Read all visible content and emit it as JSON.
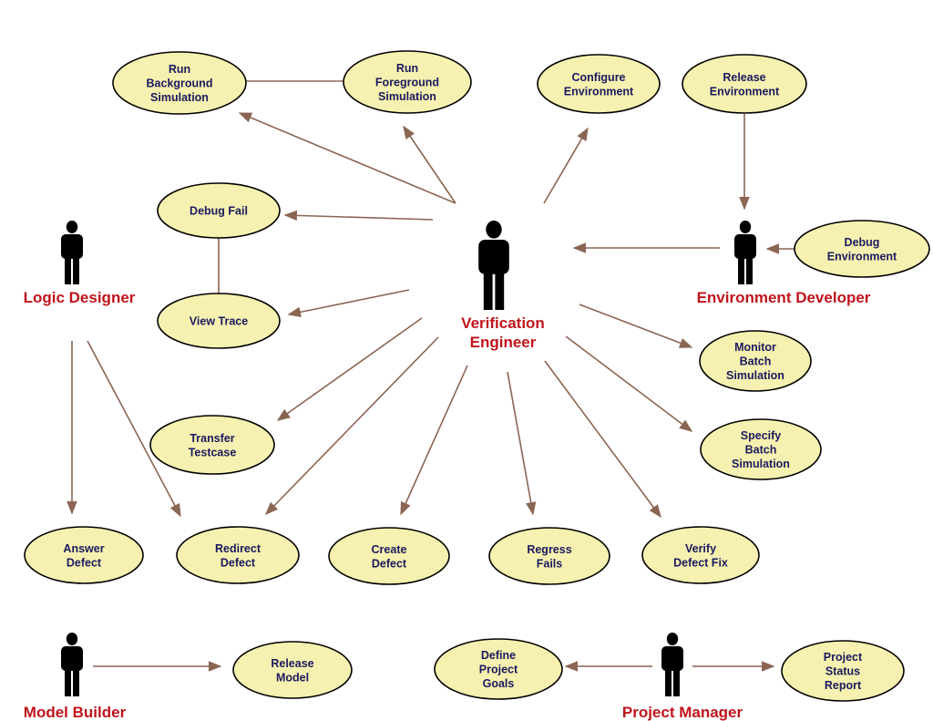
{
  "colors": {
    "ellipse_fill": "#f6f1b0",
    "ellipse_stroke": "#000000",
    "usecase_text": "#1a1a5e",
    "actor_label": "#c0141c",
    "connector": "#8a6552",
    "actor_figure": "#000000"
  },
  "actors": [
    {
      "id": "logic_designer",
      "name": "Logic Designer",
      "lines": [
        "Logic Designer"
      ]
    },
    {
      "id": "verification_engineer",
      "name": "Verification Engineer",
      "lines": [
        "Verification",
        "Engineer"
      ]
    },
    {
      "id": "environment_developer",
      "name": "Environment  Developer",
      "lines": [
        "Environment  Developer"
      ]
    },
    {
      "id": "model_builder",
      "name": "Model Builder",
      "lines": [
        "Model Builder"
      ]
    },
    {
      "id": "project_manager",
      "name": "Project Manager",
      "lines": [
        "Project Manager"
      ]
    }
  ],
  "use_cases": [
    {
      "id": "run_background_simulation",
      "lines": [
        "Run",
        "Background",
        "Simulation"
      ]
    },
    {
      "id": "run_foreground_simulation",
      "lines": [
        "Run",
        "Foreground",
        "Simulation"
      ]
    },
    {
      "id": "configure_environment",
      "lines": [
        "Configure",
        "Environment"
      ]
    },
    {
      "id": "release_environment",
      "lines": [
        "Release",
        "Environment"
      ]
    },
    {
      "id": "debug_fail",
      "lines": [
        "Debug Fail"
      ]
    },
    {
      "id": "view_trace",
      "lines": [
        "View Trace"
      ]
    },
    {
      "id": "debug_environment",
      "lines": [
        "Debug",
        "Environment"
      ]
    },
    {
      "id": "monitor_batch_simulation",
      "lines": [
        "Monitor",
        "Batch",
        "Simulation"
      ]
    },
    {
      "id": "specify_batch_simulation",
      "lines": [
        "Specify",
        "Batch",
        "Simulation"
      ]
    },
    {
      "id": "transfer_testcase",
      "lines": [
        "Transfer",
        "Testcase"
      ]
    },
    {
      "id": "answer_defect",
      "lines": [
        "Answer",
        "Defect"
      ]
    },
    {
      "id": "redirect_defect",
      "lines": [
        "Redirect",
        "Defect"
      ]
    },
    {
      "id": "create_defect",
      "lines": [
        "Create",
        "Defect"
      ]
    },
    {
      "id": "regress_fails",
      "lines": [
        "Regress",
        "Fails"
      ]
    },
    {
      "id": "verify_defect_fix",
      "lines": [
        "Verify",
        "Defect Fix"
      ]
    },
    {
      "id": "release_model",
      "lines": [
        "Release",
        "Model"
      ]
    },
    {
      "id": "define_project_goals",
      "lines": [
        "Define",
        "Project",
        "Goals"
      ]
    },
    {
      "id": "project_status_report",
      "lines": [
        "Project",
        "Status",
        "Report"
      ]
    }
  ],
  "relations": [
    {
      "from": "verification_engineer",
      "to": "run_background_simulation",
      "arrow": true
    },
    {
      "from": "verification_engineer",
      "to": "run_foreground_simulation",
      "arrow": true
    },
    {
      "from": "verification_engineer",
      "to": "configure_environment",
      "arrow": true
    },
    {
      "from": "verification_engineer",
      "to": "debug_fail",
      "arrow": true
    },
    {
      "from": "verification_engineer",
      "to": "view_trace",
      "arrow": true
    },
    {
      "from": "verification_engineer",
      "to": "transfer_testcase",
      "arrow": true
    },
    {
      "from": "verification_engineer",
      "to": "redirect_defect",
      "arrow": true
    },
    {
      "from": "verification_engineer",
      "to": "create_defect",
      "arrow": true
    },
    {
      "from": "verification_engineer",
      "to": "regress_fails",
      "arrow": true
    },
    {
      "from": "verification_engineer",
      "to": "verify_defect_fix",
      "arrow": true
    },
    {
      "from": "verification_engineer",
      "to": "monitor_batch_simulation",
      "arrow": true
    },
    {
      "from": "verification_engineer",
      "to": "specify_batch_simulation",
      "arrow": true
    },
    {
      "from": "environment_developer",
      "to": "verification_engineer",
      "arrow": true
    },
    {
      "from": "release_environment",
      "to": "environment_developer",
      "arrow": true
    },
    {
      "from": "debug_environment",
      "to": "environment_developer",
      "arrow": true
    },
    {
      "from": "logic_designer",
      "to": "answer_defect",
      "arrow": true
    },
    {
      "from": "logic_designer",
      "to": "redirect_defect",
      "arrow": true
    },
    {
      "from": "model_builder",
      "to": "release_model",
      "arrow": true
    },
    {
      "from": "project_manager",
      "to": "define_project_goals",
      "arrow": true
    },
    {
      "from": "project_manager",
      "to": "project_status_report",
      "arrow": true
    },
    {
      "from": "run_background_simulation",
      "to": "run_foreground_simulation",
      "arrow": false
    },
    {
      "from": "debug_fail",
      "to": "view_trace",
      "arrow": false
    }
  ]
}
